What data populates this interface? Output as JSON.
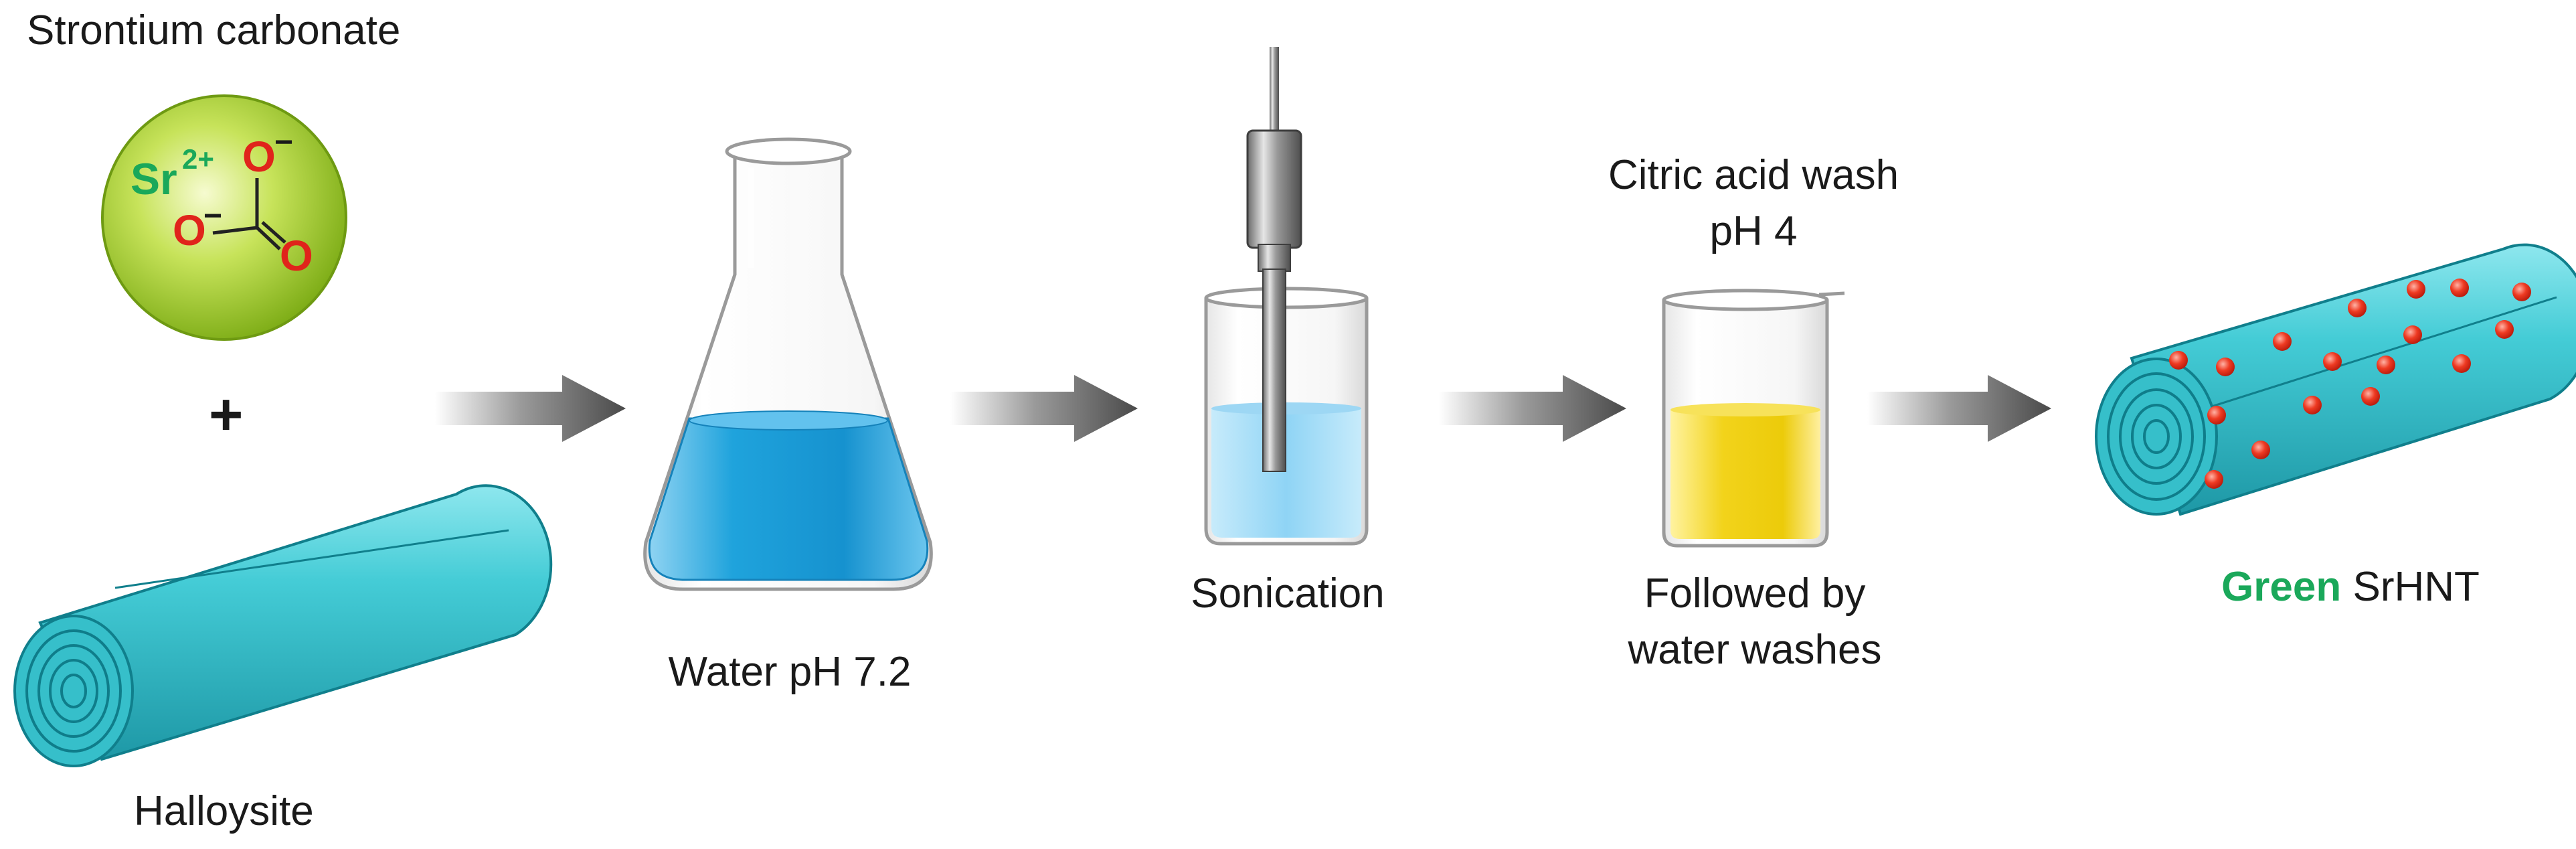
{
  "labels": {
    "strontium_carbonate": "Strontium carbonate",
    "plus": "+",
    "halloysite": "Halloysite",
    "water": "Water pH 7.2",
    "sonication": "Sonication",
    "citric_line1": "Citric acid wash",
    "citric_line2": "pH 4",
    "followed_line1": "Followed by",
    "followed_line2": "water washes",
    "product_prefix": "Green",
    "product_name": "SrHNT"
  },
  "molecule": {
    "sr": "Sr",
    "sr_charge": "2+",
    "oxygen": "O",
    "minus": "−"
  },
  "colors": {
    "tube": "#3cc8d3",
    "water_blue": "#1fa3dc",
    "citric_yellow": "#f2d31b",
    "sr_green": "#1aa85a",
    "oxygen_red": "#e0241b",
    "arrow": "#555555"
  }
}
